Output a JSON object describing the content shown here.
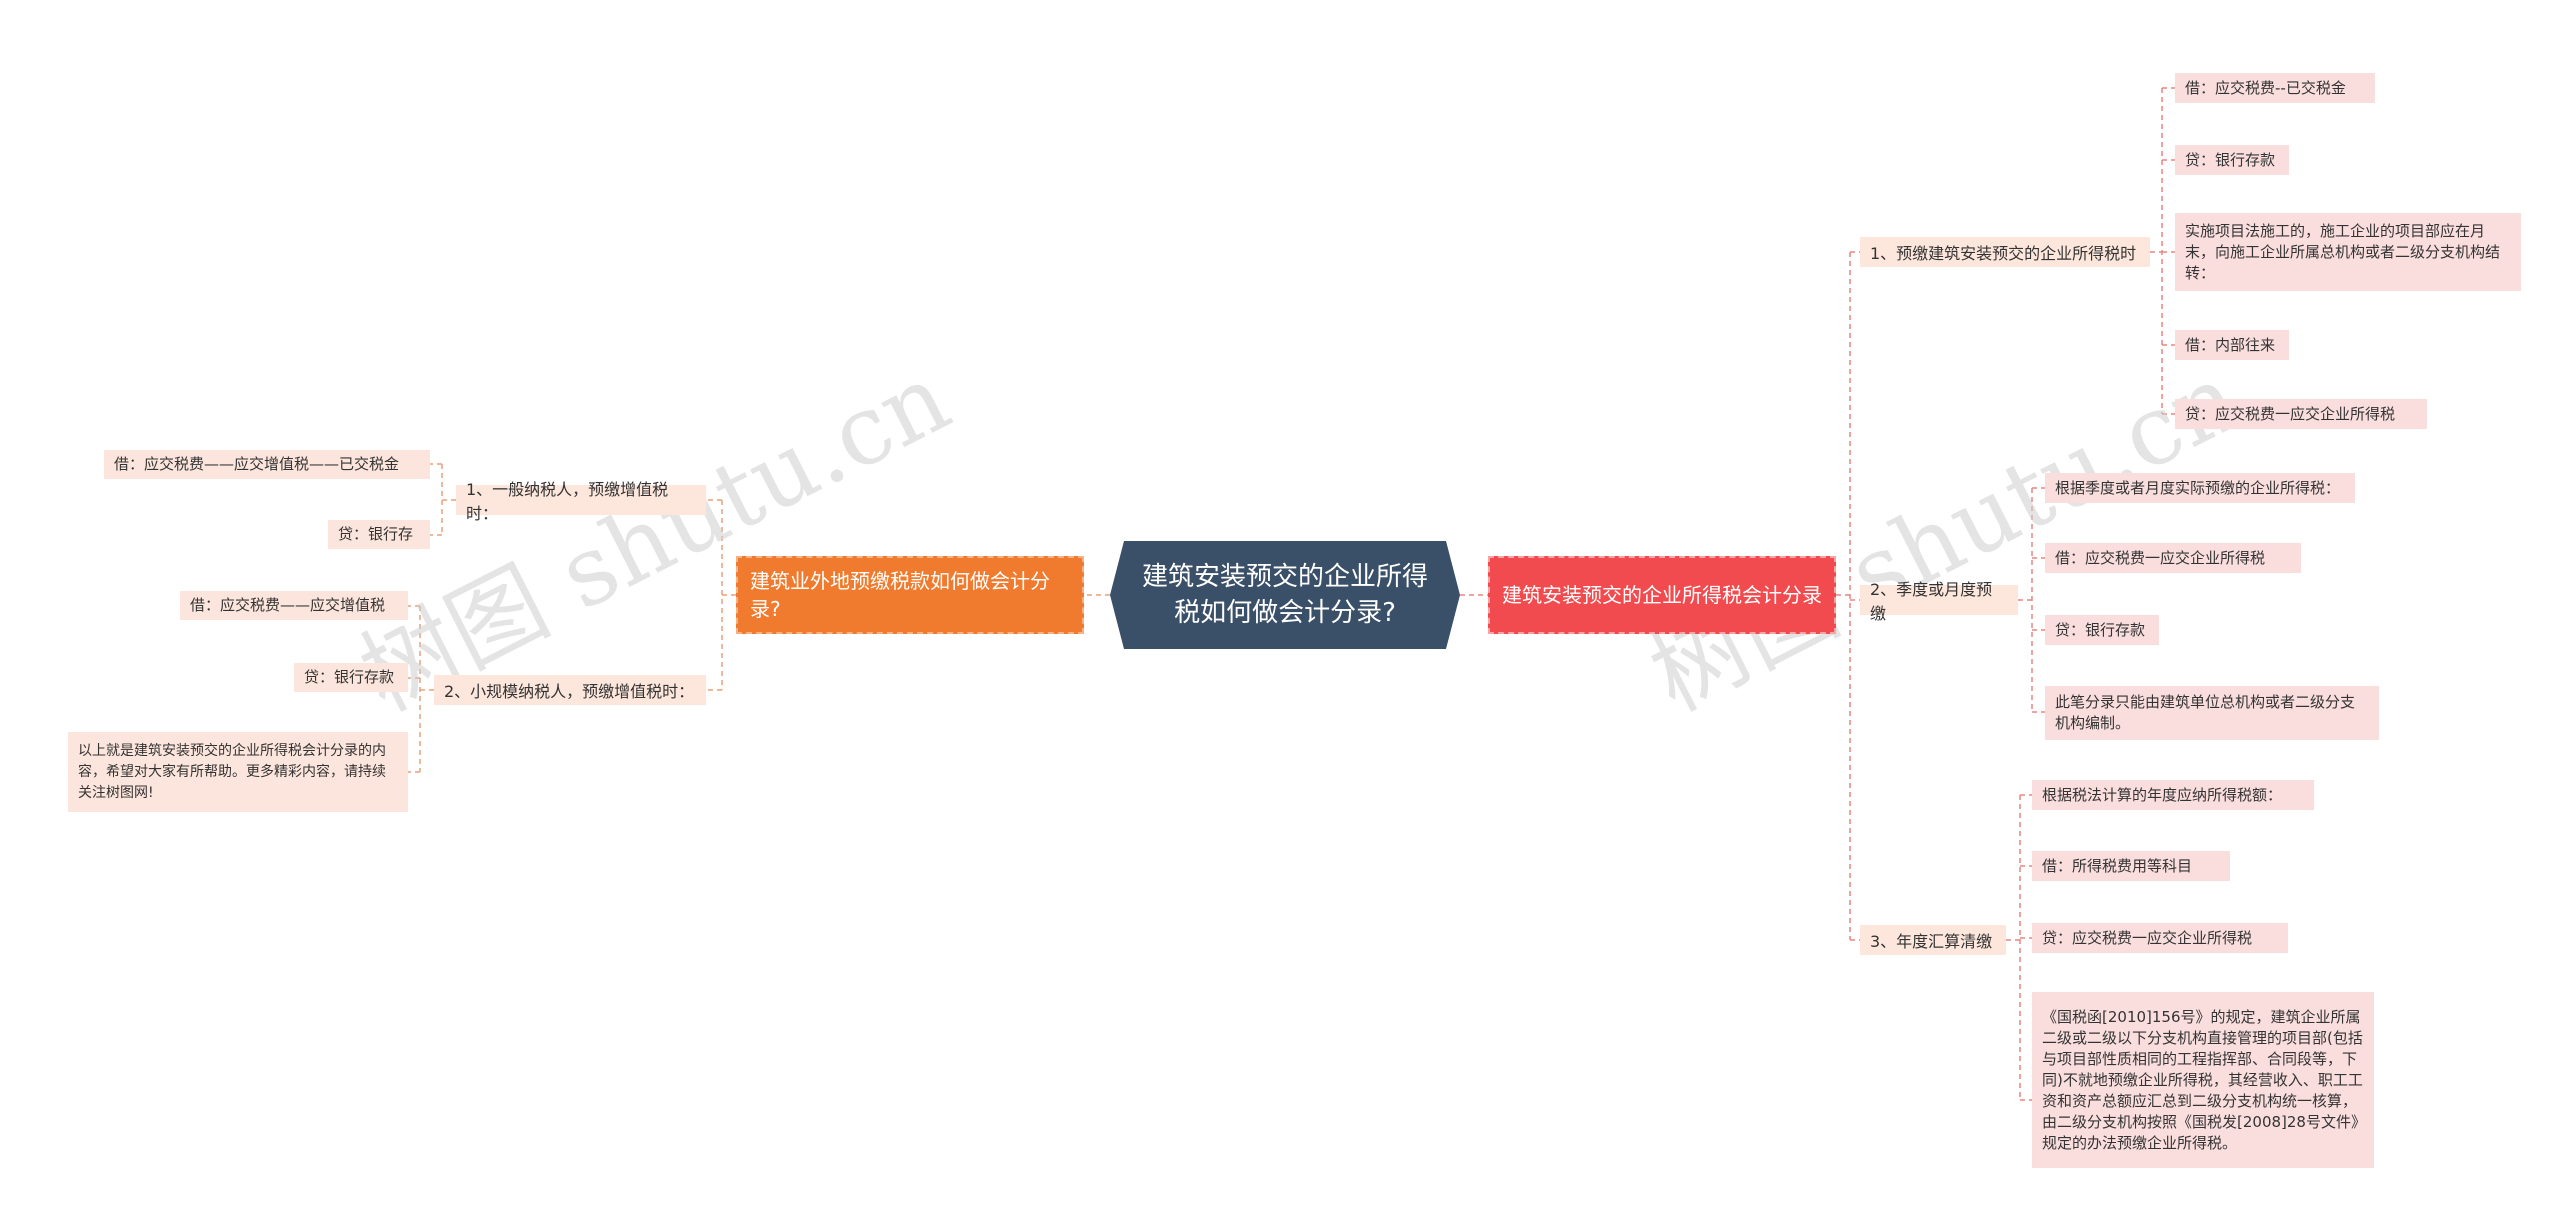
{
  "center": {
    "title": "建筑安装预交的企业所得税如何做会计分录?"
  },
  "left": {
    "title": "建筑业外地预缴税款如何做会计分录?",
    "items": [
      {
        "label": "1、一般纳税人，预缴增值税时：",
        "leaves": [
          "借：应交税费——应交增值税——已交税金",
          "贷：银行存"
        ]
      },
      {
        "label": "2、小规模纳税人，预缴增值税时：",
        "leaves": [
          "借：应交税费——应交增值税",
          "贷：银行存款",
          "以上就是建筑安装预交的企业所得税会计分录的内容，希望对大家有所帮助。更多精彩内容，请持续关注树图网!"
        ]
      }
    ]
  },
  "right": {
    "title": "建筑安装预交的企业所得税会计分录",
    "items": [
      {
        "label": "1、预缴建筑安装预交的企业所得税时",
        "leaves": [
          "借：应交税费--已交税金",
          "贷：银行存款",
          "实施项目法施工的，施工企业的项目部应在月末，向施工企业所属总机构或者二级分支机构结转：",
          "借：内部往来",
          "贷：应交税费一应交企业所得税"
        ]
      },
      {
        "label": "2、季度或月度预缴",
        "leaves": [
          "根据季度或者月度实际预缴的企业所得税：",
          "借：应交税费一应交企业所得税",
          "贷：银行存款",
          "此笔分录只能由建筑单位总机构或者二级分支机构编制。"
        ]
      },
      {
        "label": "3、年度汇算清缴",
        "leaves": [
          "根据税法计算的年度应纳所得税额：",
          "借：所得税费用等科目",
          "贷：应交税费一应交企业所得税",
          "《国税函[2010]156号》的规定，建筑企业所属二级或二级以下分支机构直接管理的项目部(包括与项目部性质相同的工程指挥部、合同段等，下同)不就地预缴企业所得税，其经营收入、职工工资和资产总额应汇总到二级分支机构统一核算，由二级分支机构按照《国税发[2008]28号文件》规定的办法预缴企业所得税。"
        ]
      }
    ]
  },
  "watermark": {
    "text1": "树图 shutu.cn",
    "text2": "树图 shutu.cn"
  },
  "colors": {
    "center": "#3a5068",
    "left_branch": "#f07a2e",
    "right_branch": "#f14b4f",
    "line_left": "#e8a07a",
    "line_right": "#e8867e"
  }
}
